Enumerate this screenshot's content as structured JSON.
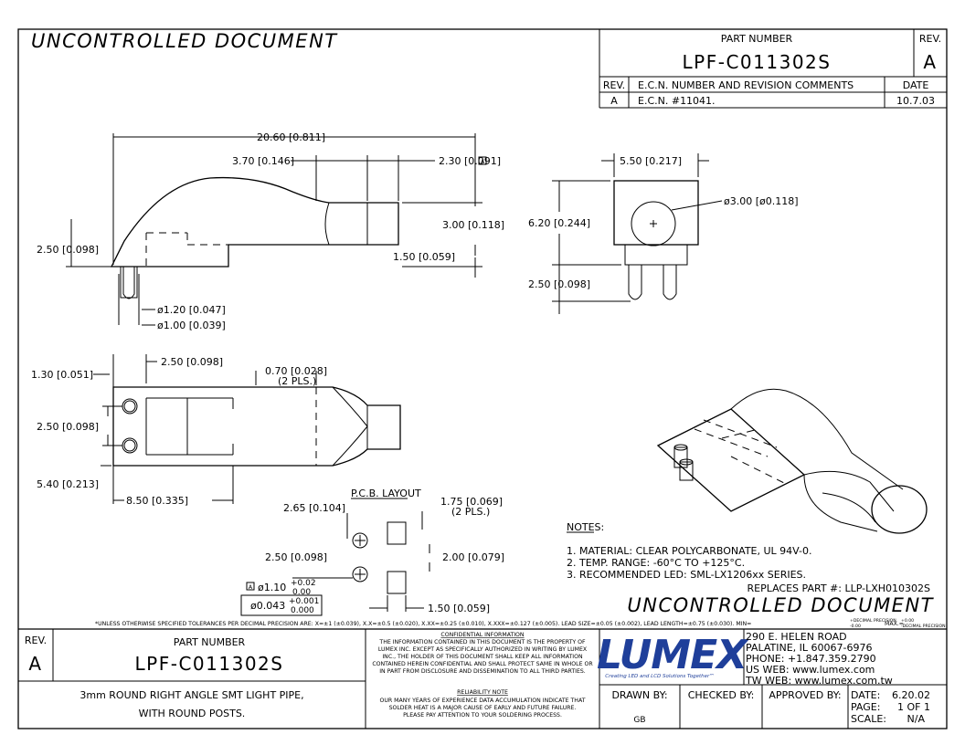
{
  "header": {
    "watermark_top": "UNCONTROLLED DOCUMENT",
    "part_number_label": "PART NUMBER",
    "rev_label": "REV.",
    "part_number": "LPF-C011302S",
    "rev": "A",
    "revision_table": {
      "headers": [
        "REV.",
        "E.C.N. NUMBER AND REVISION COMMENTS",
        "DATE"
      ],
      "rows": [
        [
          "A",
          "E.C.N. #11041.",
          "10.7.03"
        ]
      ]
    }
  },
  "dimensions": {
    "side": {
      "overall_length": "20.60 [0.811]",
      "tip_length": "3.70 [0.146]",
      "tip_width": "2.30 [0.091]",
      "datum_a": "A",
      "height_total": "3.00 [0.118]",
      "left_height": "2.50 [0.098]",
      "base_height": "1.50 [0.059]",
      "post_dia_1": "ø1.20 [0.047]",
      "post_dia_2": "ø1.00 [0.039]"
    },
    "end": {
      "width": "5.50 [0.217]",
      "height": "6.20 [0.244]",
      "hole_dia": "ø3.00 [ø0.118]",
      "post_length": "2.50 [0.098]"
    },
    "top": {
      "edge_to_post": "2.50 [0.098]",
      "post_offset": "1.30 [0.051]",
      "slot_width": "0.70 [0.028]",
      "slot_count": "(2 PLS.)",
      "post_spacing": "2.50 [0.098]",
      "body_width": "5.40 [0.213]",
      "body_length": "8.50 [0.335]"
    },
    "pcb": {
      "title": "P.C.B. LAYOUT",
      "hole_offset": "2.65 [0.104]",
      "pad_width": "1.75 [0.069]",
      "pad_count": "(2 PLS.)",
      "hole_spacing": "2.50 [0.098]",
      "pad_spacing": "2.00 [0.079]",
      "pad_gap": "1.50 [0.059]",
      "datum_a": "A",
      "hole_dia_mm": "ø1.10",
      "hole_tol_mm_plus": "+0.02",
      "hole_tol_mm_minus": "0.00",
      "hole_dia_in": "ø0.043",
      "hole_tol_in_plus": "+0.001",
      "hole_tol_in_minus": "0.000"
    }
  },
  "notes": {
    "title": "NOTES:",
    "items": [
      "1. MATERIAL: CLEAR POLYCARBONATE, UL 94V-0.",
      "2. TEMP. RANGE: -60°C TO +125°C.",
      "3. RECOMMENDED LED: SML-LX1206xx SERIES."
    ],
    "replaces": "REPLACES PART #: LLP-LXH010302S",
    "watermark_bottom": "UNCONTROLLED DOCUMENT"
  },
  "tolerance_line": "*UNLESS OTHERWISE SPECIFIED TOLERANCES PER DECIMAL PRECISION ARE: X=±1 (±0.039), X.X=±0.5 (±0.020), X.XX=±0.25 (±0.010), X.XXX=±0.127 (±0.005). LEAD SIZE=±0.05 (±0.002), LEAD LENGTH=±0.75 (±0.030). MIN=",
  "tolerance_min_plus": "+DECIMAL PRECISION",
  "tolerance_min_minus": "-0.00",
  "tolerance_max": "MAX.=",
  "tolerance_max_plus": "+0.00",
  "tolerance_max_minus": "-DECIMAL PRECISION",
  "title_block": {
    "rev_label": "REV.",
    "rev": "A",
    "part_number_label": "PART NUMBER",
    "part_number": "LPF-C011302S",
    "description_1": "3mm ROUND RIGHT ANGLE SMT LIGHT PIPE,",
    "description_2": "WITH ROUND POSTS.",
    "confidential_title": "CONFIDENTIAL INFORMATION",
    "confidential_lines": [
      "THE INFORMATION CONTAINED IN THIS DOCUMENT IS THE PROPERTY OF",
      "LUMEX INC.  EXCEPT AS SPECIFICALLY AUTHORIZED IN WRITING BY LUMEX",
      "INC., THE HOLDER OF THIS DOCUMENT SHALL KEEP ALL INFORMATION",
      "CONTAINED HEREIN CONFIDENTIAL AND SHALL PROTECT SAME IN WHOLE OR",
      "IN PART FROM DISCLOSURE AND DISSEMINATION TO ALL THIRD PARTIES."
    ],
    "reliability_title": "RELIABILITY NOTE",
    "reliability_lines": [
      "OUR MANY YEARS OF EXPERIENCE DATA ACCUMULATION INDICATE THAT",
      "SOLDER HEAT IS A MAJOR CAUSE OF EARLY AND FUTURE FAILURE.",
      "PLEASE PAY ATTENTION TO YOUR SOLDERING PROCESS."
    ],
    "logo_text": "LUMEX",
    "logo_tagline": "Creating LED and LCD Solutions Together™",
    "address": [
      "290 E. HELEN ROAD",
      "PALATINE, IL  60067-6976",
      "PHONE: +1.847.359.2790",
      "US WEB: www.lumex.com",
      "TW WEB: www.lumex.com.tw"
    ],
    "drawn_by_label": "DRAWN BY:",
    "drawn_by": "GB",
    "checked_by_label": "CHECKED BY:",
    "approved_by_label": "APPROVED BY:",
    "date_label": "DATE:",
    "date": "6.20.02",
    "page_label": "PAGE:",
    "page": "1 OF 1",
    "scale_label": "SCALE:",
    "scale": "N/A"
  },
  "colors": {
    "logo_blue": "#1f3f9a",
    "ink": "#000000"
  }
}
